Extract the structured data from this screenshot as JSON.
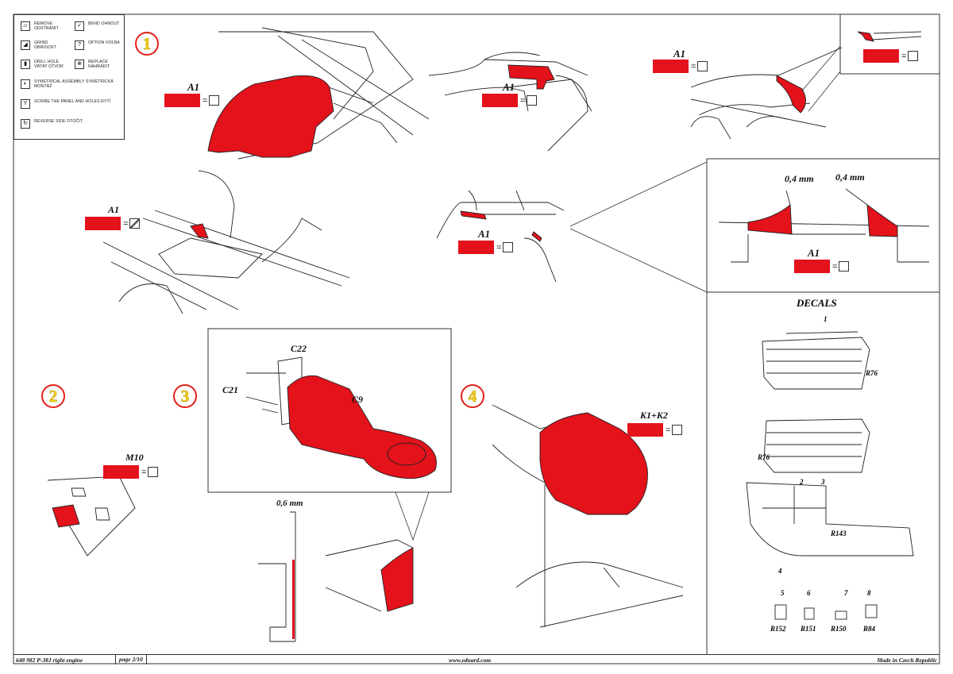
{
  "legend": {
    "items": [
      {
        "icon": "remove-icon",
        "text": "REMOVE ODSTRANIT"
      },
      {
        "icon": "bend-icon",
        "text": "BEND OHNOUT"
      },
      {
        "icon": "grind-icon",
        "text": "GRIND OBROUSIT"
      },
      {
        "icon": "option-icon",
        "text": "OPTION VOLBA"
      },
      {
        "icon": "drill-hole-icon",
        "text": "DRILL HOLE VRTAT OTVOR"
      },
      {
        "icon": "replace-icon",
        "text": "REPLACE NAHRADIT"
      },
      {
        "icon": "symmetrical-assembly-icon",
        "text": "SYMETRICAL ASSEMBLY SYMETRICKÁ MONTÁŽ"
      },
      {
        "icon": "scribe-icon",
        "text": "SCRIBE THE PANEL AND HOLES RYTÍ"
      },
      {
        "icon": "reverse-side-icon",
        "text": "REVERSE SIDE OTOČIT"
      }
    ]
  },
  "steps": [
    "1",
    "2",
    "3",
    "4"
  ],
  "labels": {
    "a1": "A1",
    "m10": "M10",
    "k1k2": "K1+K2",
    "c22": "C22",
    "c21": "C21",
    "c9": "C9",
    "thickness_04_left": "0,4 mm",
    "thickness_04_right": "0,4 mm",
    "thickness_06": "0,6 mm",
    "equals": "="
  },
  "decals": {
    "title": "DECALS",
    "codes": [
      "R76",
      "R76",
      "R143",
      "R152",
      "R151",
      "R150",
      "R84"
    ],
    "numbers": [
      "1",
      "2",
      "3",
      "4",
      "5",
      "6",
      "7",
      "8"
    ]
  },
  "colors": {
    "part_red": "#e3121b",
    "step_circle": "#e32119",
    "step_number": "#f2d21d"
  },
  "footer": {
    "code": "648 982  P-38J right engine",
    "page": "page 2/10",
    "url": "www.eduard.com",
    "made_in": "Made in Czech Republic"
  }
}
